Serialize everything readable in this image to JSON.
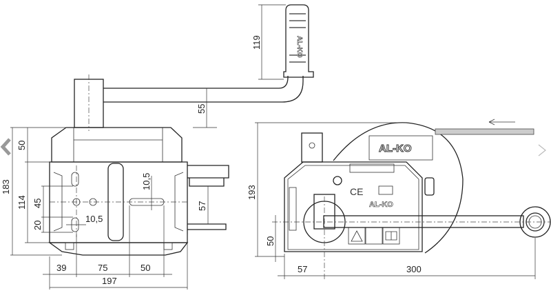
{
  "drawing": {
    "brand_label": "AL-KO",
    "ce_mark": "CE",
    "side_view_dims": {
      "handle_height": "119",
      "crank_offset": "55",
      "top_height": "50",
      "total_height": "183",
      "mount_height": "114",
      "hole_spacing": "45",
      "hole_offset": "20",
      "slot_width_h": "10,5",
      "slot_width_v": "10,5",
      "bracket_spacing": "57",
      "width_39": "39",
      "width_75": "75",
      "width_50": "50",
      "total_width": "197"
    },
    "front_view_dims": {
      "total_height": "193",
      "axis_height": "50",
      "axis_offset": "57",
      "handle_reach": "300"
    }
  },
  "carousel": {
    "prev_icon": "chevron-left-icon",
    "next_icon": "chevron-right-icon"
  }
}
